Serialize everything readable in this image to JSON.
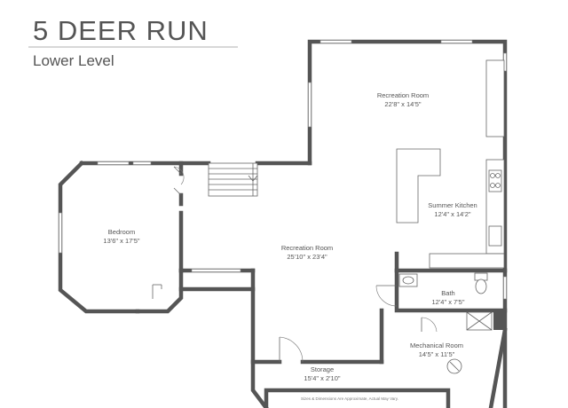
{
  "header": {
    "title": "5 DEER RUN",
    "subtitle": "Lower Level"
  },
  "rooms": [
    {
      "name": "Recreation Room",
      "dimensions": "22'8\" x 14'5\""
    },
    {
      "name": "Summer Kitchen",
      "dimensions": "12'4\" x 14'2\""
    },
    {
      "name": "Bedroom",
      "dimensions": "13'6\" x 17'5\""
    },
    {
      "name": "Recreation Room",
      "dimensions": "25'10\" x 23'4\""
    },
    {
      "name": "Bath",
      "dimensions": "12'4\" x 7'5\""
    },
    {
      "name": "Mechanical Room",
      "dimensions": "14'5\" x 11'5\""
    },
    {
      "name": "Storage",
      "dimensions": "15'4\" x 2'10\""
    }
  ],
  "footer": {
    "disclaimer": "Sizes & Dimensions Are Approximate, Actual May Vary."
  },
  "colors": {
    "wall": "#555555",
    "text": "#555555"
  }
}
